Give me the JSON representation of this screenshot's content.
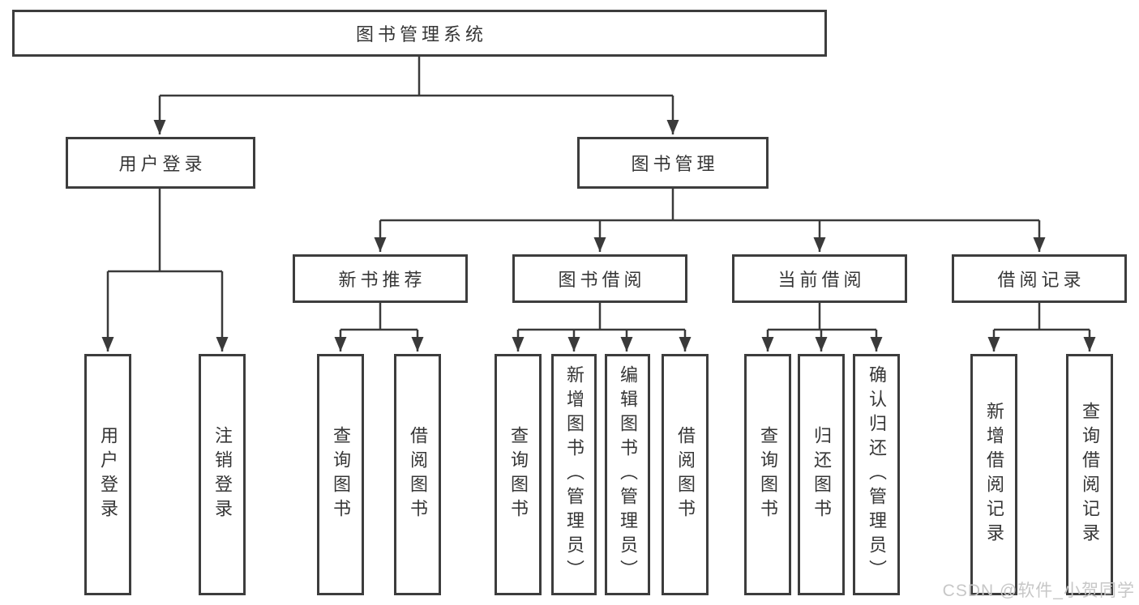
{
  "diagram": {
    "root": "图书管理系统",
    "user_login": "用户登录",
    "book_management": "图书管理",
    "new_book_recommend": "新书推荐",
    "book_borrow": "图书借阅",
    "current_borrow": "当前借阅",
    "borrow_records": "借阅记录",
    "leaf_user_login": "用户登录",
    "leaf_logout": "注销登录",
    "leaf_query_books_recommend": "查询图书",
    "leaf_borrow_books_recommend": "借阅图书",
    "leaf_query_books_borrow": "查询图书",
    "leaf_add_books_admin": "新增图书（管理员）",
    "leaf_edit_books_admin": "编辑图书（管理员）",
    "leaf_borrow_books_borrow": "借阅图书",
    "leaf_query_books_current": "查询图书",
    "leaf_return_books": "归还图书",
    "leaf_confirm_return_admin": "确认归还（管理员）",
    "leaf_add_borrow_record": "新增借阅记录",
    "leaf_query_borrow_record": "查询借阅记录"
  },
  "watermark": "CSDN @软件_小贺同学",
  "colors": {
    "line": "#3a3a3a",
    "box_border": "#3d3d3d",
    "text": "#363636",
    "watermark": "#c7c7c7",
    "background": "#ffffff"
  }
}
